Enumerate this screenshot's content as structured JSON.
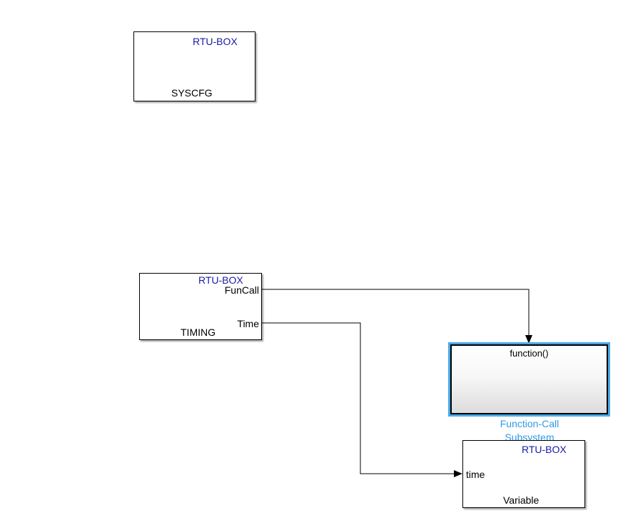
{
  "blocks": {
    "syscfg": {
      "brand": "RTU-BOX",
      "name": "SYSCFG"
    },
    "timing": {
      "brand": "RTU-BOX",
      "name": "TIMING",
      "out_ports": [
        "FunCall",
        "Time"
      ]
    },
    "function_call": {
      "port": "function()",
      "name_line1": "Function-Call",
      "name_line2": "Subsystem"
    },
    "variable": {
      "brand": "RTU-BOX",
      "name": "Variable",
      "in_port": "time"
    }
  },
  "colors": {
    "brand_text": "#1a1aa6",
    "selection_highlight": "#4aa8e8",
    "selected_name": "#2f9be6",
    "wire": "#000000"
  }
}
